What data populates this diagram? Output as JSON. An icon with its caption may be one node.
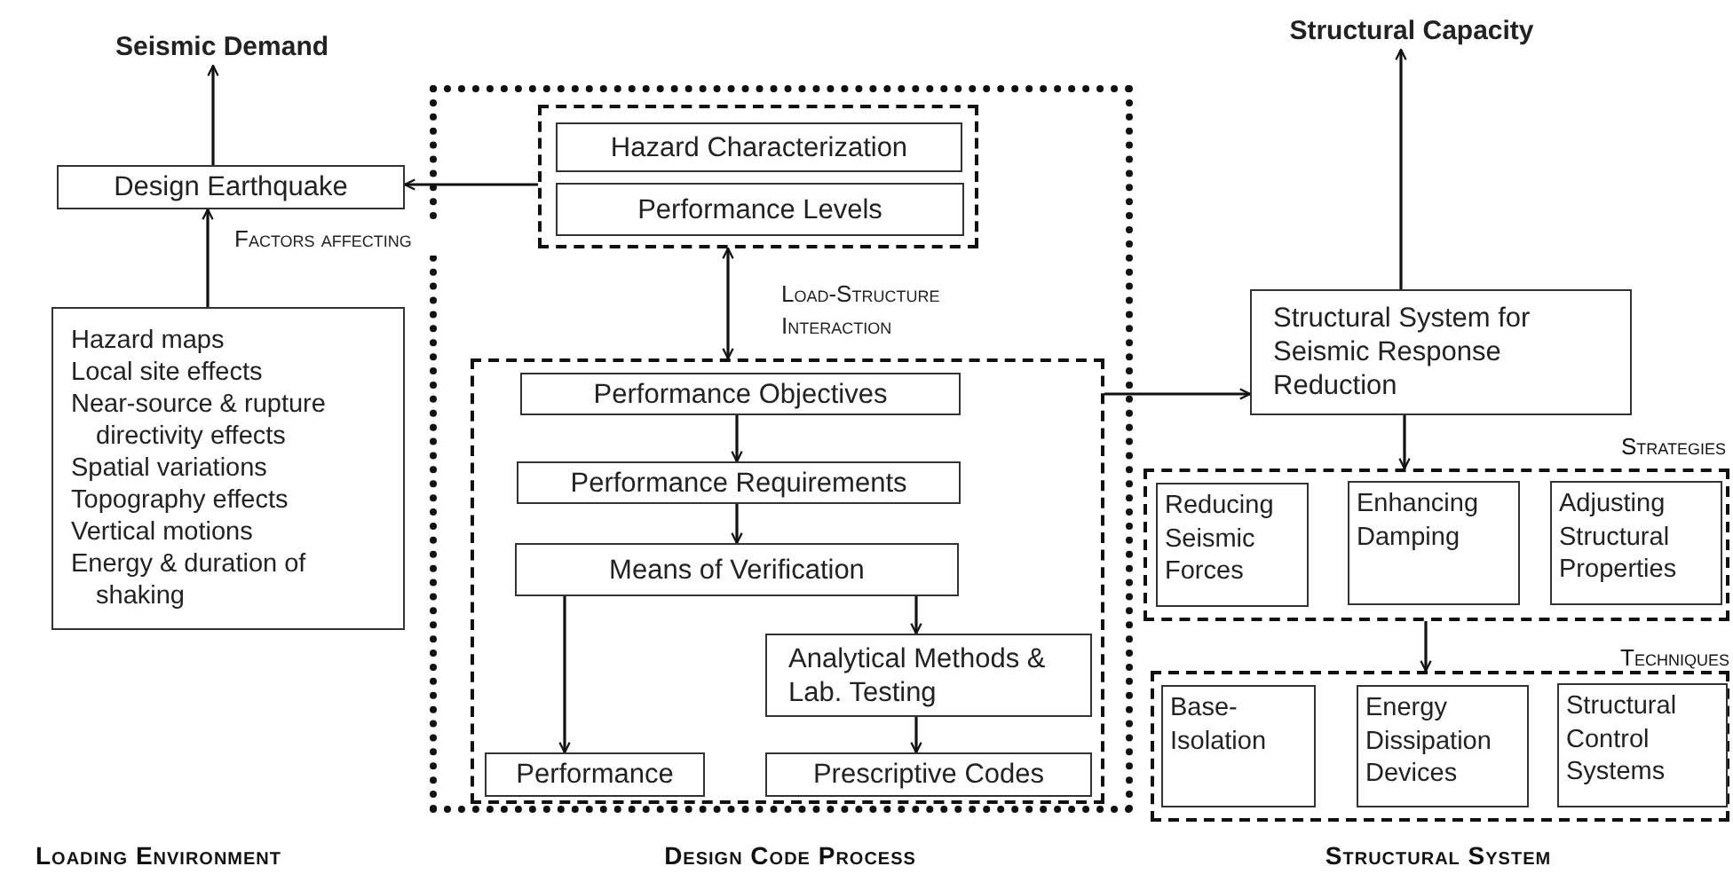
{
  "diagram": {
    "nodes": [
      {
        "text": [
          "Seismic Demand"
        ]
      },
      {
        "text": [
          "Design Earthquake"
        ]
      },
      {
        "text": [
          "Hazard maps",
          "Local site effects",
          "Near-source & rupture directivity effects",
          "Spatial variations",
          "Topography effects",
          "Vertical motions",
          "Energy & duration of shaking"
        ]
      },
      {
        "text": [],
        "shape": "box"
      },
      {
        "text": [],
        "shape": "box",
        "in": 3
      },
      {
        "text": [
          "Hazard Characterization"
        ],
        "in": 4
      },
      {
        "text": [
          "Performance Levels"
        ],
        "in": 4
      },
      {
        "text": [],
        "shape": "box",
        "in": 3
      },
      {
        "text": [
          "Performance Objectives"
        ],
        "in": 7
      },
      {
        "text": [
          "Performance Requirements"
        ],
        "in": 7
      },
      {
        "text": [
          "Means of Verification"
        ],
        "in": 7
      },
      {
        "text": [
          "Analytical Methods & Lab. Testing"
        ],
        "in": 7
      },
      {
        "text": [
          "Performance"
        ],
        "in": 7
      },
      {
        "text": [
          "Prescriptive Codes"
        ],
        "in": 7
      },
      {
        "text": [
          "Structural Capacity"
        ]
      },
      {
        "text": [
          "Structural System for Seismic Response Reduction"
        ]
      },
      {
        "text": [],
        "shape": "box"
      },
      {
        "text": [
          "Reducing Seismic Forces"
        ],
        "in": 16
      },
      {
        "text": [
          "Enhancing Damping"
        ],
        "in": 16
      },
      {
        "text": [
          "Adjusting Structural Properties"
        ],
        "in": 16
      },
      {
        "text": [],
        "shape": "box"
      },
      {
        "text": [
          "Base-Isolation"
        ],
        "in": 20
      },
      {
        "text": [
          "Energy Dissipation Devices"
        ],
        "in": 20
      },
      {
        "text": [
          "Structural Control Systems"
        ],
        "in": 20
      }
    ],
    "edges": [
      {
        "from": 1,
        "to": 0,
        "arrow": "to"
      },
      {
        "from": 2,
        "to": 1,
        "arrow": "to",
        "label": "Factors affecting"
      },
      {
        "from": 4,
        "to": 1,
        "arrow": "to"
      },
      {
        "from": 4,
        "to": 7,
        "arrow": "both",
        "label": "Load-Structure Interaction"
      },
      {
        "from": 8,
        "to": 9,
        "arrow": "to"
      },
      {
        "from": 9,
        "to": 10,
        "arrow": "to"
      },
      {
        "from": 10,
        "to": 12,
        "arrow": "to"
      },
      {
        "from": 10,
        "to": 11,
        "arrow": "to"
      },
      {
        "from": 11,
        "to": 13,
        "arrow": "to"
      },
      {
        "from": 7,
        "to": 15,
        "arrow": "to"
      },
      {
        "from": 15,
        "to": 14,
        "arrow": "to"
      },
      {
        "from": 15,
        "to": 16,
        "arrow": "to"
      },
      {
        "from": 16,
        "to": 20,
        "arrow": "to"
      }
    ],
    "labels": [
      "Strategies",
      "Techniques",
      "Loading Environment",
      "Design Code Process",
      "Structural System"
    ]
  }
}
